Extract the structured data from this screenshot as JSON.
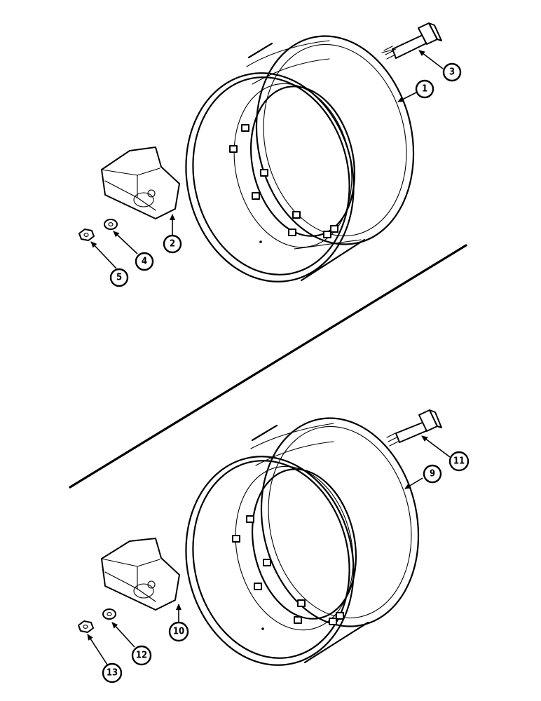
{
  "callouts": [
    {
      "id": "1",
      "label": "1"
    },
    {
      "id": "2",
      "label": "2"
    },
    {
      "id": "3",
      "label": "3"
    },
    {
      "id": "4",
      "label": "4"
    },
    {
      "id": "5",
      "label": "5"
    },
    {
      "id": "9",
      "label": "9"
    },
    {
      "id": "10",
      "label": "10"
    },
    {
      "id": "11",
      "label": "11"
    },
    {
      "id": "12",
      "label": "12"
    },
    {
      "id": "13",
      "label": "13"
    }
  ]
}
